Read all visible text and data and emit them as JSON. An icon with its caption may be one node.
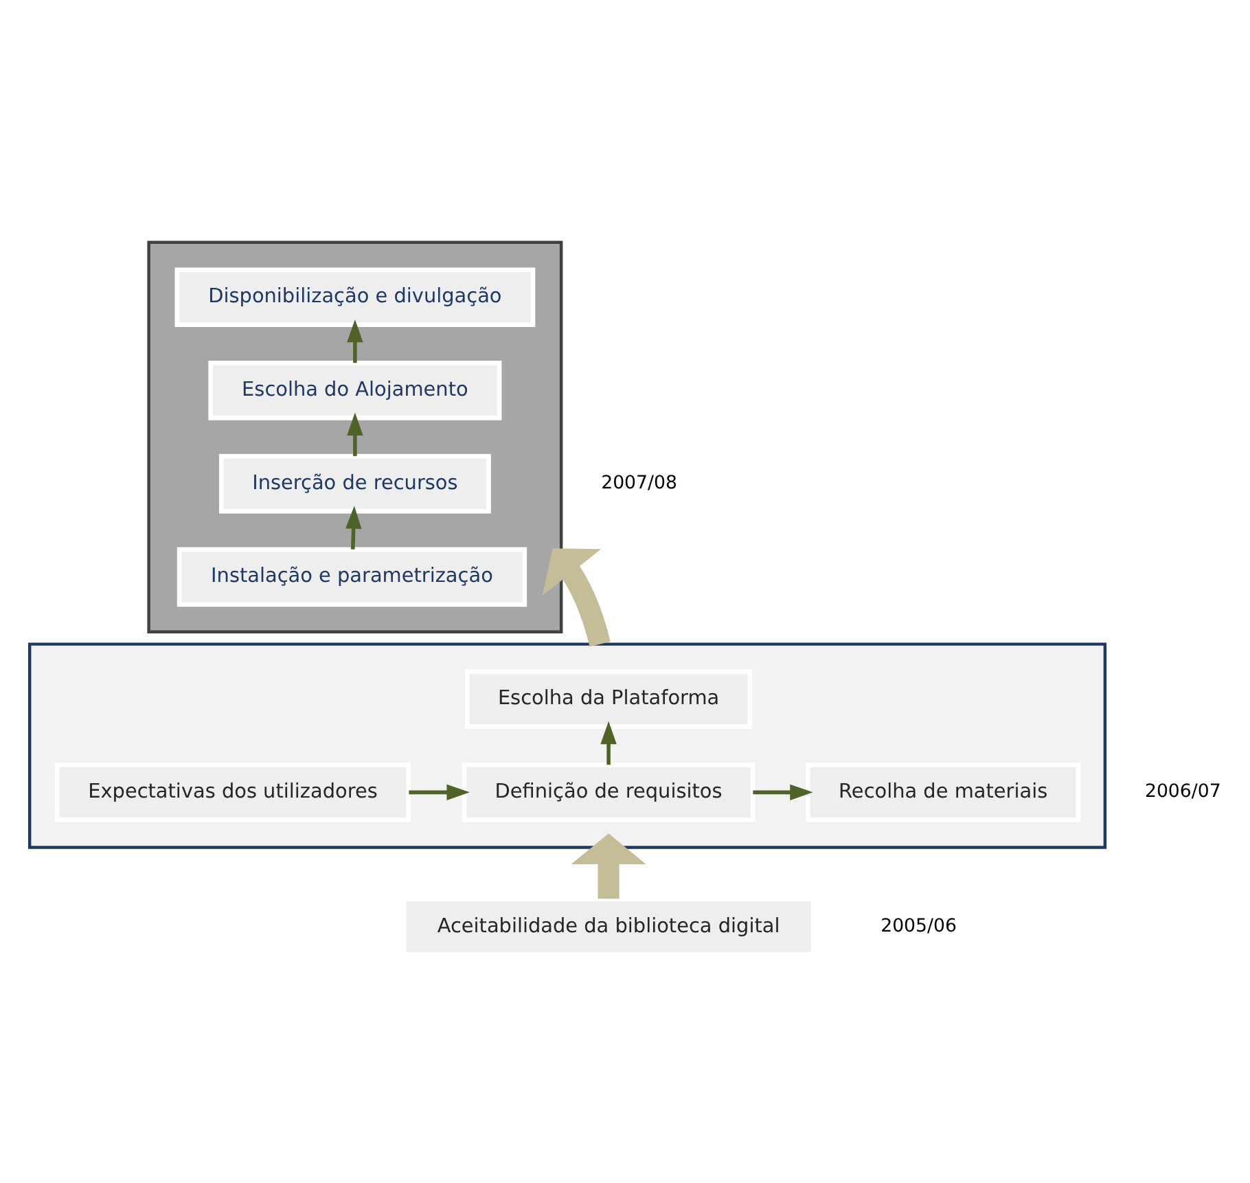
{
  "diagram": {
    "nodes": [
      {
        "text": [],
        "shape": "box",
        "beside": [
          "2007/08"
        ]
      },
      {
        "text": [
          "Disponibilização e divulgação"
        ],
        "in": 0
      },
      {
        "text": [
          "Escolha do Alojamento"
        ],
        "in": 0
      },
      {
        "text": [
          "Inserção de recursos"
        ],
        "in": 0
      },
      {
        "text": [
          "Instalação e parametrização"
        ],
        "in": 0
      },
      {
        "text": [],
        "shape": "box",
        "beside": [
          "2006/07"
        ]
      },
      {
        "text": [
          "Escolha da Plataforma"
        ],
        "in": 5
      },
      {
        "text": [
          "Expectativas dos utilizadores"
        ],
        "in": 5
      },
      {
        "text": [
          "Definição de requisitos"
        ],
        "in": 5
      },
      {
        "text": [
          "Recolha de materiais"
        ],
        "in": 5
      },
      {
        "text": [
          "Aceitabilidade da biblioteca digital"
        ],
        "beside": [
          "2005/06"
        ]
      }
    ],
    "edges": [
      {
        "from": 4,
        "to": 3,
        "arrow": "to"
      },
      {
        "from": 3,
        "to": 2,
        "arrow": "to"
      },
      {
        "from": 2,
        "to": 1,
        "arrow": "to"
      },
      {
        "from": 7,
        "to": 8,
        "arrow": "to"
      },
      {
        "from": 8,
        "to": 9,
        "arrow": "to"
      },
      {
        "from": 8,
        "to": 6,
        "arrow": "to"
      },
      {
        "from": 10,
        "to": 5,
        "arrow": "to",
        "style": "thick",
        "color": "#c4bd97"
      },
      {
        "from": 5,
        "to": 0,
        "arrow": "to",
        "style": "thick",
        "color": "#c4bd97"
      }
    ]
  }
}
